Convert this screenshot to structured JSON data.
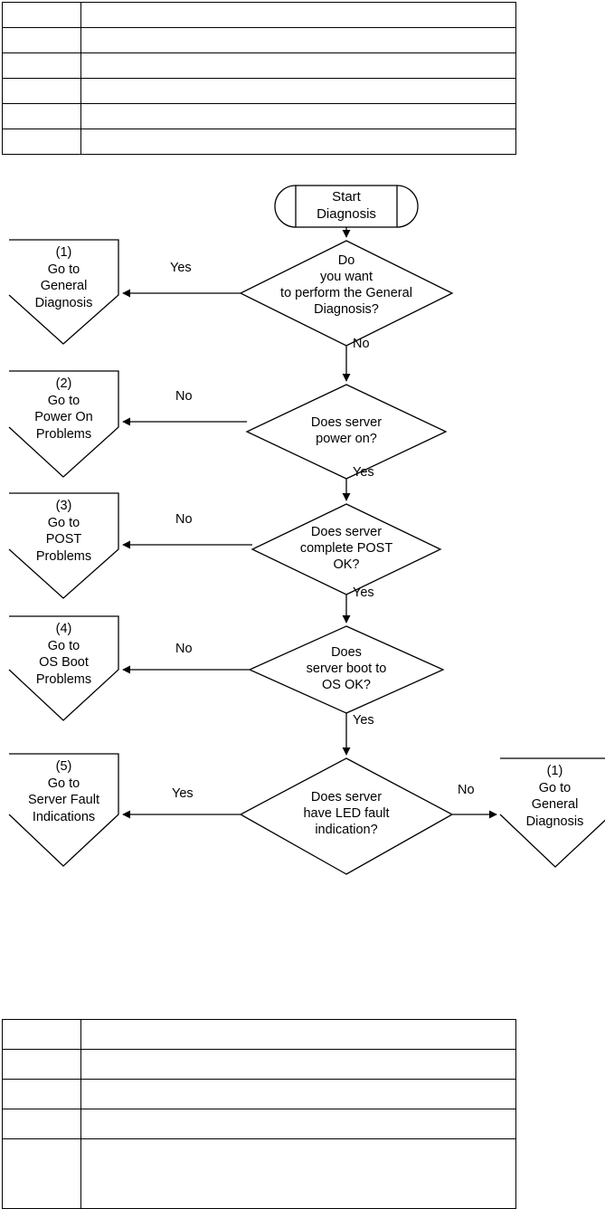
{
  "document": {
    "title": "Server Diagnosis Flowchart",
    "page_background": "#ffffff",
    "line_color": "#000000"
  },
  "top_table": {
    "name": "top-table",
    "columns": 2,
    "rows": [
      [
        "",
        ""
      ],
      [
        "",
        ""
      ],
      [
        "",
        ""
      ],
      [
        "",
        ""
      ],
      [
        "",
        ""
      ],
      [
        "",
        ""
      ]
    ]
  },
  "bottom_table": {
    "name": "bottom-table",
    "columns": 2,
    "rows": [
      [
        "",
        ""
      ],
      [
        "",
        ""
      ],
      [
        "",
        ""
      ],
      [
        "",
        ""
      ],
      [
        "",
        ""
      ]
    ]
  },
  "flowchart": {
    "start_node": {
      "label": "Start\nDiagnosis"
    },
    "decisions": [
      {
        "id": "d1",
        "label": "Do\nyou want\nto perform the General\nDiagnosis?"
      },
      {
        "id": "d2",
        "label": "Does server\npower on?"
      },
      {
        "id": "d3",
        "label": "Does server\ncomplete POST\nOK?"
      },
      {
        "id": "d4",
        "label": "Does\nserver boot to\nOS OK?"
      },
      {
        "id": "d5",
        "label": "Does server\nhave LED fault\nindication?"
      }
    ],
    "callouts": [
      {
        "id": "c1",
        "label": "(1)\nGo to\nGeneral\nDiagnosis"
      },
      {
        "id": "c2",
        "label": "(2)\nGo to\nPower On\nProblems"
      },
      {
        "id": "c3",
        "label": "(3)\nGo to\nPOST\nProblems"
      },
      {
        "id": "c4",
        "label": "(4)\nGo to\nOS Boot\nProblems"
      },
      {
        "id": "c5",
        "label": "(5)\nGo to\nServer Fault\nIndications"
      },
      {
        "id": "c6",
        "label": "(1)\nGo to\nGeneral\nDiagnosis"
      }
    ],
    "edge_labels": {
      "d1_branch_left": "Yes",
      "d1_branch_down": "No",
      "d2_branch_left": "No",
      "d2_branch_down": "Yes",
      "d3_branch_left": "No",
      "d3_branch_down": "Yes",
      "d4_branch_left": "No",
      "d4_branch_down": "Yes",
      "d5_branch_left": "Yes",
      "d5_branch_right": "No"
    }
  }
}
